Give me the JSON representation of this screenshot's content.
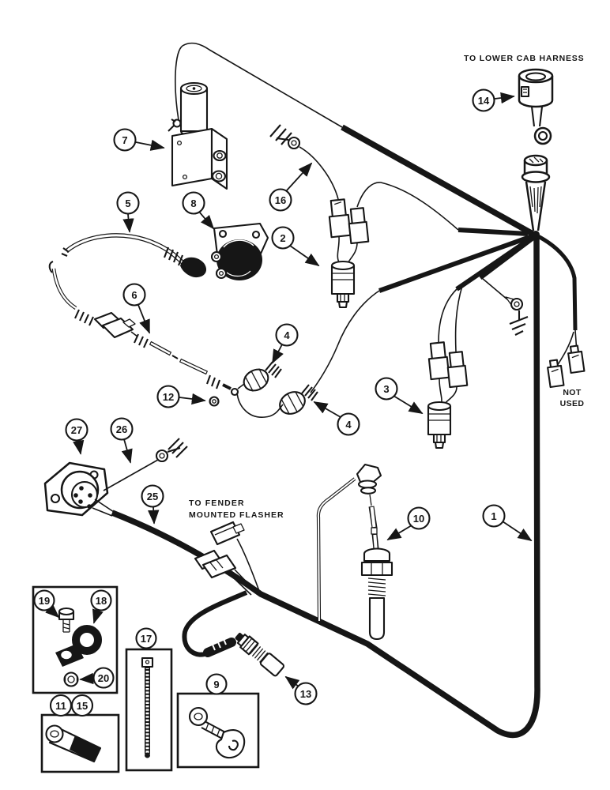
{
  "figure": {
    "labels": {
      "lower_cab_harness": "TO LOWER CAB HARNESS",
      "fender_line1": "TO FENDER",
      "fender_line2": "MOUNTED FLASHER",
      "not_used_line1": "NOT",
      "not_used_line2": "USED"
    },
    "callouts": [
      {
        "id": "valve",
        "label": "7"
      },
      {
        "id": "cable5",
        "label": "5"
      },
      {
        "id": "relay",
        "label": "8"
      },
      {
        "id": "ground16",
        "label": "16"
      },
      {
        "id": "sensor2",
        "label": "2"
      },
      {
        "id": "cable6",
        "label": "6"
      },
      {
        "id": "switch4a",
        "label": "4"
      },
      {
        "id": "nut12",
        "label": "12"
      },
      {
        "id": "switch4b",
        "label": "4"
      },
      {
        "id": "sensor3",
        "label": "3"
      },
      {
        "id": "connector14",
        "label": "14"
      },
      {
        "id": "harness1",
        "label": "1"
      },
      {
        "id": "sender10",
        "label": "10"
      },
      {
        "id": "socket27",
        "label": "27"
      },
      {
        "id": "ring26",
        "label": "26"
      },
      {
        "id": "flasher25",
        "label": "25"
      },
      {
        "id": "bolt19",
        "label": "19"
      },
      {
        "id": "clamp18",
        "label": "18"
      },
      {
        "id": "nut20",
        "label": "20"
      },
      {
        "id": "lug11",
        "label": "11"
      },
      {
        "id": "lug15",
        "label": "15"
      },
      {
        "id": "tie17",
        "label": "17"
      },
      {
        "id": "clip9",
        "label": "9"
      },
      {
        "id": "sensor13",
        "label": "13"
      }
    ],
    "colors": {
      "ink": "#161616",
      "paper": "#ffffff"
    }
  }
}
